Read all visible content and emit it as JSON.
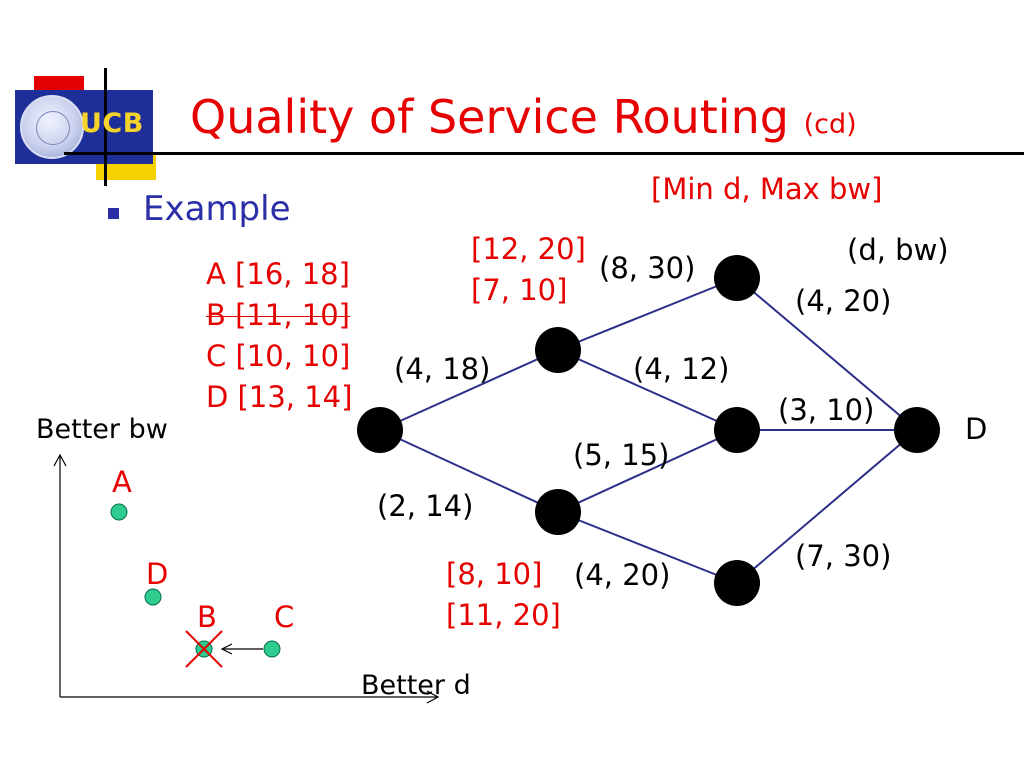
{
  "header": {
    "logo_text": "UCB",
    "title": "Quality of Service Routing",
    "title_suffix": "(cd)"
  },
  "bullet": {
    "text": "Example"
  },
  "annotations": {
    "min_max": "[Min d, Max bw]",
    "d_bw": "(d, bw)",
    "dest_label": "D"
  },
  "path_list": [
    {
      "label": "A [16, 18]",
      "struck": false
    },
    {
      "label": "B [11, 10]",
      "struck": true
    },
    {
      "label": "C [10, 10]",
      "struck": false
    },
    {
      "label": "D [13, 14]",
      "struck": false
    }
  ],
  "edge_labels": {
    "n1_n2": "(4, 18)",
    "n1_n3": "(2, 14)",
    "n2_n4": "(8, 30)",
    "n2_n5": "(4, 12)",
    "n3_n5": "(5, 15)",
    "n3_n6": "(4, 20)",
    "n4_d": "(4, 20)",
    "n5_d": "(3, 10)",
    "n6_d": "(7, 30)"
  },
  "node_costs": {
    "upper": [
      "[12, 20]",
      "[7, 10]"
    ],
    "lower": [
      "[8, 10]",
      "[11, 20]"
    ]
  },
  "tradeoff_plot": {
    "y_axis_label": "Better bw",
    "x_axis_label": "Better d",
    "points": [
      "A",
      "D",
      "B",
      "C"
    ],
    "dominated_point": "B",
    "point_color": "#2ecc8f"
  },
  "colors": {
    "title": "#e60000",
    "bullet": "#2b2fa7",
    "edge": "#2c2f8a",
    "annotation": "#e60000"
  }
}
